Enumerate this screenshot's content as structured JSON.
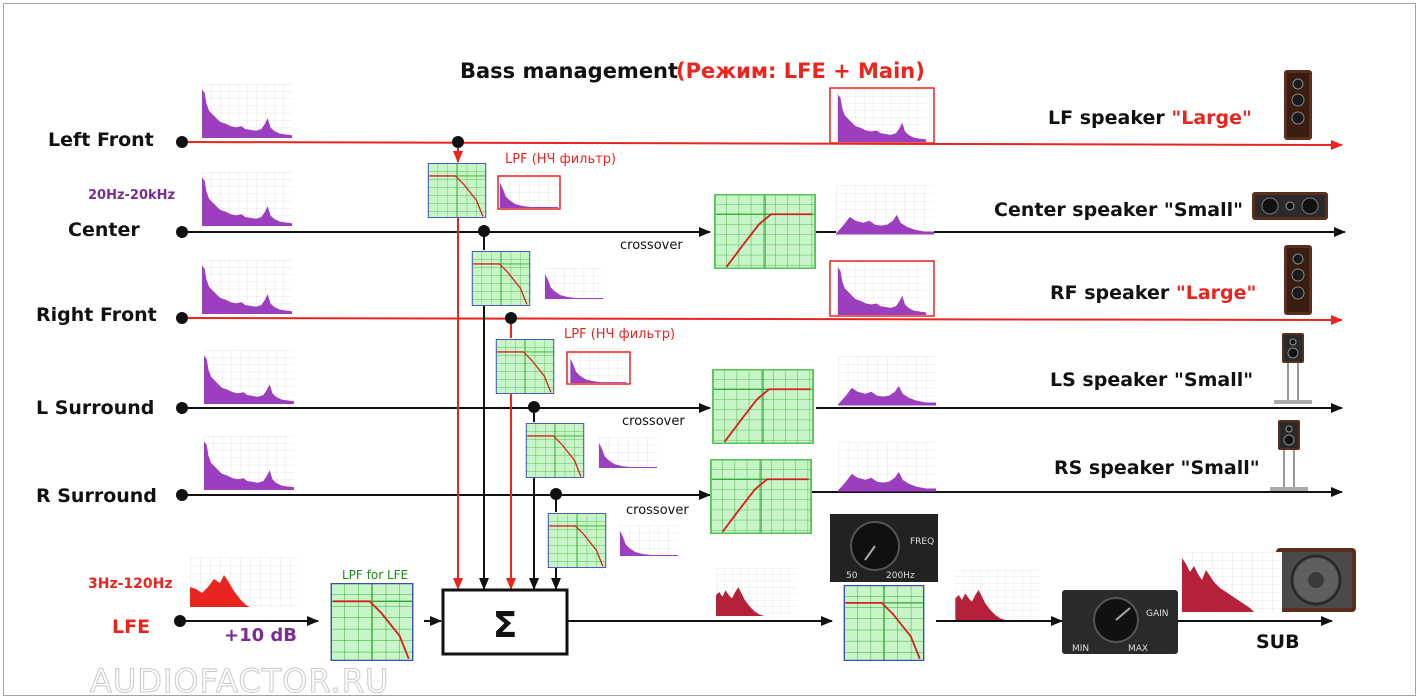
{
  "title": {
    "main": "Bass management",
    "mode": "(Режим: LFE + Main)"
  },
  "channels": {
    "left_front": "Left Front",
    "center": "Center",
    "right_front": "Right Front",
    "l_surround": "L Surround",
    "r_surround": "R Surround",
    "lfe": "LFE"
  },
  "annotations": {
    "full_range": "20Hz-20kHz",
    "lfe_range": "3Hz-120Hz",
    "lfe_gain": "+10 dB",
    "lpf_lfe": "LPF for LFE",
    "lpf_main_1": "LPF (НЧ фильтр)",
    "lpf_main_2": "LPF (НЧ фильтр)",
    "crossover_1": "crossover",
    "crossover_2": "crossover",
    "crossover_3": "crossover",
    "sum_symbol": "Σ"
  },
  "speakers": {
    "lf_prefix": "LF speaker ",
    "lf_mode": "\"Large\"",
    "center": "Center speaker \"Small\"",
    "rf_prefix": "RF speaker ",
    "rf_mode": "\"Large\"",
    "ls": "LS speaker \"Small\"",
    "rs": "RS speaker \"Small\"",
    "sub": "SUB"
  },
  "knobs": {
    "freq_label": "FREQ",
    "freq_min": "50",
    "freq_max": "200Hz",
    "gain_label": "GAIN",
    "gain_min": "MIN",
    "gain_max": "MAX"
  },
  "watermark": "AUDIOFACTOR.RU",
  "colors": {
    "signal": "#111111",
    "bypass": "#e8251f",
    "spectrum_full": "#9b3fbf",
    "spectrum_lfe": "#e8251f",
    "spectrum_sub": "#b5213a",
    "filter_bg": "#c8f5c8",
    "filter_grid": "#2fa82f",
    "filter_curve": "#d42020"
  }
}
